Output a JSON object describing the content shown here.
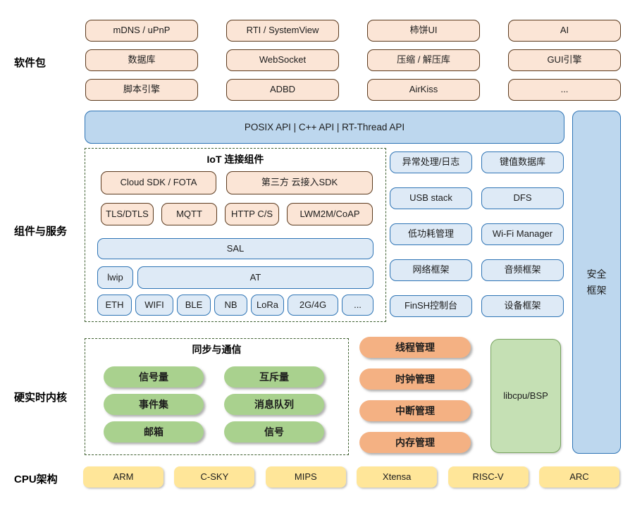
{
  "sections": {
    "software": {
      "label": "软件包",
      "rows": [
        [
          "mDNS / uPnP",
          "RTI / SystemView",
          "柿饼UI",
          "AI"
        ],
        [
          "数据库",
          "WebSocket",
          "压缩 / 解压库",
          "GUI引擎"
        ],
        [
          "脚本引擎",
          "ADBD",
          "AirKiss",
          "..."
        ]
      ]
    },
    "api_bar": {
      "label": "POSIX API   |   C++ API   |   RT-Thread API"
    },
    "components": {
      "label": "组件与服务",
      "iot": {
        "title": "IoT 连接组件",
        "row1": [
          "Cloud SDK / FOTA",
          "第三方 云接入SDK"
        ],
        "row2": [
          "TLS/DTLS",
          "MQTT",
          "HTTP C/S",
          "LWM2M/CoAP"
        ],
        "row3": [
          "SAL"
        ],
        "row4": [
          "lwip",
          "AT"
        ],
        "row5": [
          "ETH",
          "WIFI",
          "BLE",
          "NB",
          "LoRa",
          "2G/4G",
          "..."
        ]
      },
      "services": [
        "异常处理/日志",
        "键值数据库",
        "USB stack",
        "DFS",
        "低功耗管理",
        "Wi-Fi Manager",
        "网络框架",
        "音频框架",
        "FinSH控制台",
        "设备框架"
      ],
      "security_label": "安全\n框架"
    },
    "kernel": {
      "label": "硬实时内核",
      "sync": {
        "title": "同步与通信",
        "items": [
          "信号量",
          "互斥量",
          "事件集",
          "消息队列",
          "邮箱",
          "信号"
        ]
      },
      "managers": [
        "线程管理",
        "时钟管理",
        "中断管理",
        "内存管理"
      ],
      "libcpu_label": "libcpu/BSP"
    },
    "cpu": {
      "label": "CPU架构",
      "items": [
        "ARM",
        "C-SKY",
        "MIPS",
        "Xtensa",
        "RISC-V",
        "ARC"
      ]
    }
  },
  "colors": {
    "package_fill": "#FBE5D6",
    "package_border": "#5B3A1E",
    "api_fill": "#BDD7EE",
    "api_border": "#2E74B5",
    "service_fill": "#DEEAF6",
    "sync_fill": "#A9D18E",
    "manager_fill": "#F4B183",
    "libcpu_fill": "#C5E0B4",
    "cpu_fill": "#FFE699",
    "group_dash_border": "#3F6031"
  }
}
